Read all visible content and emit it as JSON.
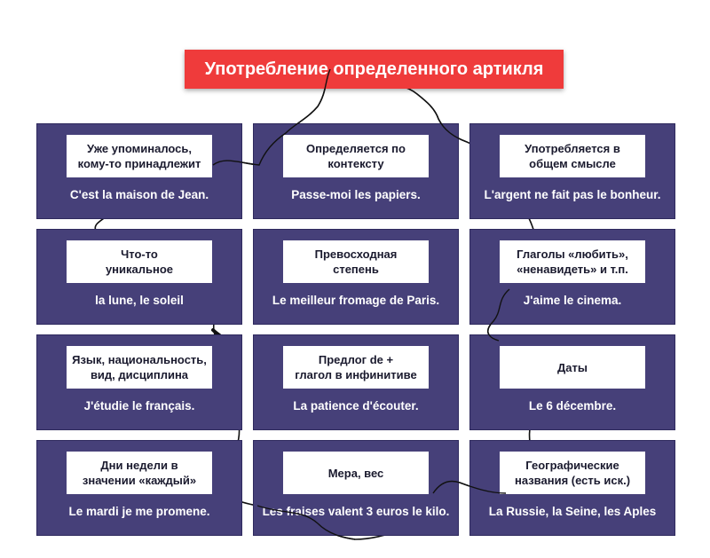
{
  "title": "Употребление определенного артикля",
  "cards": [
    {
      "label": "Уже упоминалось,\nкому-то принадлежит",
      "example": "C'est la maison de Jean."
    },
    {
      "label": "Определяется по\nконтексту",
      "example": "Passe-moi les papiers."
    },
    {
      "label": "Употребляется в\nобщем смысле",
      "example": "L'argent ne fait pas le bonheur."
    },
    {
      "label": "Что-то\nуникальное",
      "example": "la lune, le soleil"
    },
    {
      "label": "Превосходная\nстепень",
      "example": "Le meilleur fromage de Paris."
    },
    {
      "label": "Глаголы «любить»,\n«ненавидеть» и т.п.",
      "example": "J'aime le cinema."
    },
    {
      "label": "Язык, национальность,\nвид, дисциплина",
      "example": "J'étudie le français."
    },
    {
      "label": "Предлог de +\nглагол в инфинитиве",
      "example": "La patience d'écouter."
    },
    {
      "label": "Даты",
      "example": "Le 6 décembre."
    },
    {
      "label": "Дни недели в\nзначении «каждый»",
      "example": "Le mardi je me promene."
    },
    {
      "label": "Мера, вес",
      "example": "Les fraises valent 3 euros le kilo."
    },
    {
      "label": "Географические\nназвания (есть иск.)",
      "example": "La Russie, la Seine, les Aples"
    }
  ],
  "colors": {
    "title_bg": "#ef3b3b",
    "card_bg": "#464079",
    "label_bg": "#ffffff",
    "outline": "#111111"
  },
  "decor": {
    "background_motif": "france-map-outline-icon"
  }
}
